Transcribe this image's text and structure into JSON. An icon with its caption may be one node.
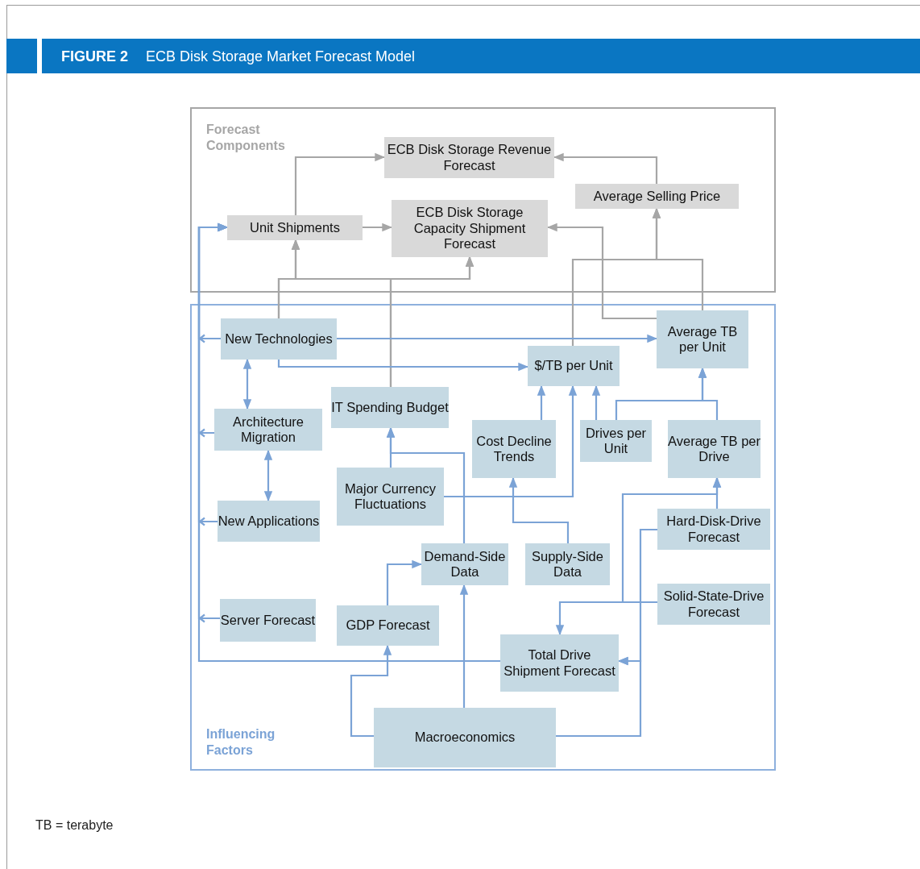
{
  "diagram": {
    "title": "ECB Disk Storage Market Forecast Model",
    "nodes": [
      {
        "text": [
          "Forecast Components"
        ]
      },
      {
        "text": [
          "ECB Disk Storage Revenue Forecast"
        ],
        "in": 0
      },
      {
        "text": [
          "Average Selling Price"
        ],
        "in": 0
      },
      {
        "text": [
          "Unit Shipments"
        ],
        "in": 0
      },
      {
        "text": [
          "ECB Disk Storage Capacity Shipment Forecast"
        ],
        "in": 0
      },
      {
        "text": [
          "Influencing Factors"
        ]
      },
      {
        "text": [
          "New Technologies"
        ],
        "in": 5
      },
      {
        "text": [
          "Average TB per Unit"
        ],
        "in": 5
      },
      {
        "text": [
          "$/TB per Unit"
        ],
        "in": 5
      },
      {
        "text": [
          "Architecture Migration"
        ],
        "in": 5
      },
      {
        "text": [
          "IT Spending Budget"
        ],
        "in": 5
      },
      {
        "text": [
          "Cost Decline Trends"
        ],
        "in": 5
      },
      {
        "text": [
          "Drives per Unit"
        ],
        "in": 5
      },
      {
        "text": [
          "Average TB per Drive"
        ],
        "in": 5
      },
      {
        "text": [
          "Major Currency Fluctuations"
        ],
        "in": 5
      },
      {
        "text": [
          "New Applications"
        ],
        "in": 5
      },
      {
        "text": [
          "Hard-Disk-Drive Forecast"
        ],
        "in": 5
      },
      {
        "text": [
          "Demand-Side Data"
        ],
        "in": 5
      },
      {
        "text": [
          "Supply-Side Data"
        ],
        "in": 5
      },
      {
        "text": [
          "Solid-State-Drive Forecast"
        ],
        "in": 5
      },
      {
        "text": [
          "Server Forecast"
        ],
        "in": 5
      },
      {
        "text": [
          "GDP Forecast"
        ],
        "in": 5
      },
      {
        "text": [
          "Total Drive Shipment Forecast"
        ],
        "in": 5
      },
      {
        "text": [
          "Macroeconomics"
        ],
        "in": 5
      }
    ],
    "edges": [
      {
        "from": 3,
        "to": 1,
        "arrow": "to",
        "color": "#a6a6a6"
      },
      {
        "from": 3,
        "to": 4,
        "arrow": "to",
        "color": "#a6a6a6"
      },
      {
        "from": 2,
        "to": 1,
        "arrow": "to",
        "color": "#a6a6a6"
      },
      {
        "from": 6,
        "to": 3,
        "arrow": "to",
        "color": "#a6a6a6"
      },
      {
        "from": 6,
        "to": 4,
        "arrow": "to",
        "color": "#a6a6a6"
      },
      {
        "from": 10,
        "to": 3,
        "arrow": "to",
        "color": "#a6a6a6"
      },
      {
        "from": 10,
        "to": 4,
        "arrow": "to",
        "color": "#a6a6a6"
      },
      {
        "from": 8,
        "to": 2,
        "arrow": "to",
        "color": "#a6a6a6"
      },
      {
        "from": 7,
        "to": 2,
        "arrow": "to",
        "color": "#a6a6a6"
      },
      {
        "from": 7,
        "to": 4,
        "arrow": "to",
        "color": "#a6a6a6"
      },
      {
        "from": 6,
        "to": 3,
        "arrow": "to"
      },
      {
        "from": 9,
        "to": 3,
        "arrow": "to"
      },
      {
        "from": 15,
        "to": 3,
        "arrow": "to"
      },
      {
        "from": 20,
        "to": 3,
        "arrow": "to"
      },
      {
        "from": 22,
        "to": 3,
        "arrow": "to"
      },
      {
        "from": 6,
        "to": 7,
        "arrow": "to"
      },
      {
        "from": 6,
        "to": 8,
        "arrow": "to"
      },
      {
        "from": 6,
        "to": 9,
        "arrow": "both"
      },
      {
        "from": 9,
        "to": 15,
        "arrow": "both"
      },
      {
        "from": 11,
        "to": 8,
        "arrow": "to"
      },
      {
        "from": 12,
        "to": 8,
        "arrow": "to"
      },
      {
        "from": 14,
        "to": 8,
        "arrow": "to"
      },
      {
        "from": 12,
        "to": 7,
        "arrow": "to"
      },
      {
        "from": 13,
        "to": 7,
        "arrow": "to"
      },
      {
        "from": 16,
        "to": 13,
        "arrow": "to"
      },
      {
        "from": 19,
        "to": 13,
        "arrow": "to"
      },
      {
        "from": 19,
        "to": 22,
        "arrow": "to"
      },
      {
        "from": 16,
        "to": 22,
        "arrow": "to"
      },
      {
        "from": 23,
        "to": 22,
        "arrow": "to"
      },
      {
        "from": 23,
        "to": 21,
        "arrow": "to"
      },
      {
        "from": 23,
        "to": 17,
        "arrow": "to"
      },
      {
        "from": 21,
        "to": 17,
        "arrow": "to"
      },
      {
        "from": 17,
        "to": 10,
        "arrow": "to"
      },
      {
        "from": 14,
        "to": 10,
        "arrow": "to"
      },
      {
        "from": 18,
        "to": 11,
        "arrow": "to"
      }
    ],
    "labels": [
      "FIGURE 2",
      "TB = terabyte"
    ]
  }
}
